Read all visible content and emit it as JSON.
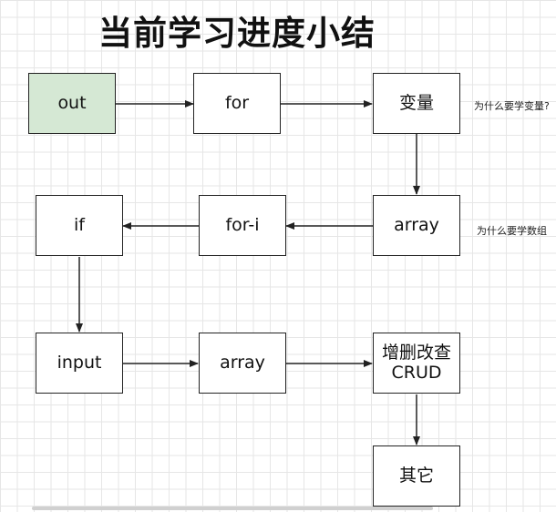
{
  "title": "当前学习进度小结",
  "nodes": {
    "out": "out",
    "for": "for",
    "variable": "变量",
    "array1": "array",
    "for_i": "for-i",
    "if": "if",
    "input": "input",
    "array2": "array",
    "crud_line1": "增删改查",
    "crud_line2": "CRUD",
    "other": "其它"
  },
  "notes": {
    "variable_note": "为什么要学变量?",
    "array_note": "为什么要学数组"
  },
  "colors": {
    "start_fill": "#d5e8d4",
    "stroke": "#222222"
  }
}
